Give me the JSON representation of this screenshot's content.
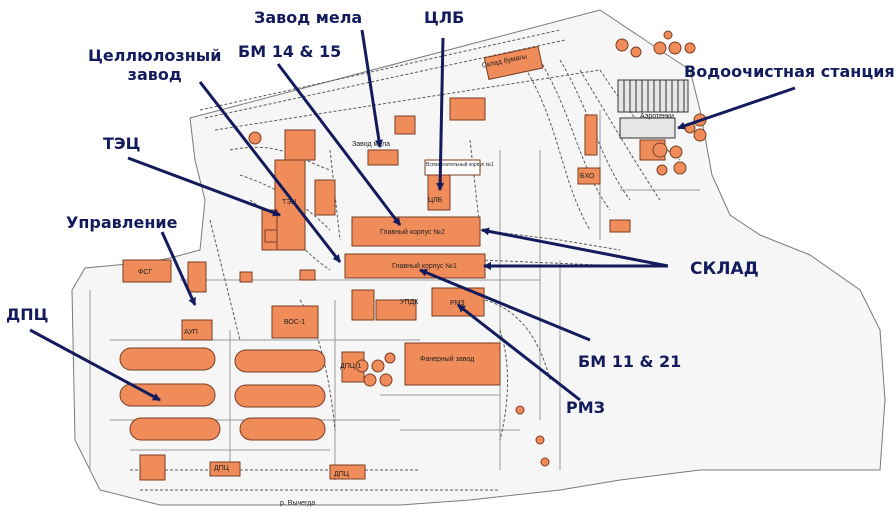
{
  "colors": {
    "building": "#f08c5a",
    "building_stroke": "#7a3e22",
    "track": "#5a5a5a",
    "road": "#9a9a9a",
    "callout_text": "#141b5c",
    "arrow": "#141b5c"
  },
  "callouts": {
    "chalk_plant": "Завод мела",
    "clb": "ЦЛБ",
    "pulp_mill": "Целлюлозный\nзавод",
    "bm_14_15": "БМ 14 & 15",
    "water_treatment": "Водоочистная станция",
    "tec": "ТЭЦ",
    "management": "Управление",
    "warehouse": "СКЛАД",
    "dpc": "ДПЦ",
    "bm_11_21": "БМ 11 & 21",
    "rmz": "РМЗ"
  },
  "map_labels": {
    "main_building_2": "Главный корпус №2",
    "main_building_1": "Главный корпус №1",
    "rmz": "РМЗ",
    "plywood_plant": "Фанерный завод",
    "vos1": "ВОС-1",
    "fsg": "ФСГ",
    "chalk_plant": "Завод мела",
    "paper_warehouse": "Склад бумагы",
    "aerotanks": "Аэротенки",
    "aux_building": "Вспомогательный корпус №1",
    "clb": "ЦЛБ",
    "bho": "БХО",
    "tec": "ТЭЦ",
    "aup": "АУП",
    "dpc1": "ДПЦ-1",
    "dpc2": "ДПЦ",
    "dpc3": "ДПЦ",
    "updk": "УПДК",
    "river": "р. Вычегда"
  }
}
